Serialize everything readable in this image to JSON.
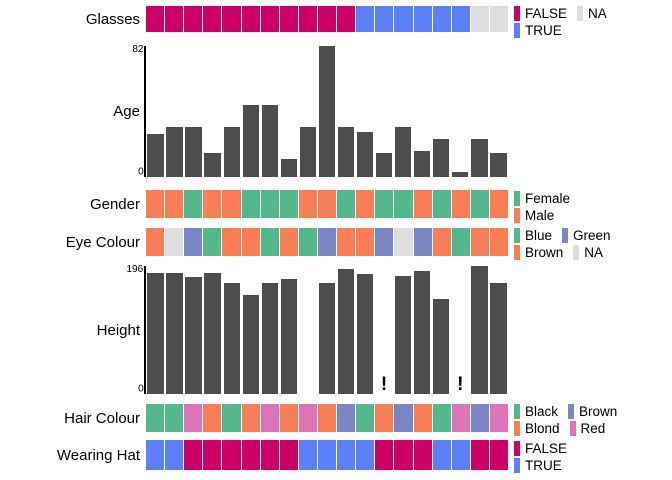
{
  "chart_data": {
    "type": "table",
    "description": "Multi-panel data visualisation (visdat/ggplot-style) showing 19 observations across 7 variables: categorical variables as colour-coded cell strips and numeric variables as bar charts.",
    "n_observations": 19,
    "panels": [
      {
        "name": "Glasses",
        "label": "Glasses",
        "kind": "categorical",
        "values": [
          "FALSE",
          "FALSE",
          "FALSE",
          "FALSE",
          "FALSE",
          "FALSE",
          "FALSE",
          "FALSE",
          "FALSE",
          "FALSE",
          "FALSE",
          "TRUE",
          "TRUE",
          "TRUE",
          "TRUE",
          "TRUE",
          "TRUE",
          "NA",
          "NA"
        ],
        "legend": [
          {
            "label": "FALSE",
            "color": "#CC0066"
          },
          {
            "label": "NA",
            "color": "#DEDEDE"
          },
          {
            "label": "TRUE",
            "color": "#5C7FFA"
          }
        ],
        "legend_layout": "two-column"
      },
      {
        "name": "Age",
        "label": "Age",
        "kind": "numeric",
        "ylim": [
          0,
          82
        ],
        "ytick_max": "82",
        "ytick_min": "0",
        "values": [
          27,
          31,
          31,
          15,
          31,
          45,
          45,
          11,
          31,
          82,
          31,
          28,
          15,
          31,
          16,
          24,
          3,
          24,
          15
        ]
      },
      {
        "name": "Gender",
        "label": "Gender",
        "kind": "categorical",
        "values": [
          "Male",
          "Male",
          "Female",
          "Male",
          "Male",
          "Female",
          "Female",
          "Female",
          "Male",
          "Male",
          "Female",
          "Male",
          "Female",
          "Female",
          "Male",
          "Female",
          "Male",
          "Female",
          "Male"
        ],
        "legend": [
          {
            "label": "Female",
            "color": "#53B98C"
          },
          {
            "label": "Male",
            "color": "#FA7E55"
          }
        ],
        "legend_layout": "one-column"
      },
      {
        "name": "Eye Colour",
        "label": "Eye Colour",
        "kind": "categorical",
        "values": [
          "Brown",
          "NA",
          "Green",
          "Blue",
          "Brown",
          "Brown",
          "Blue",
          "Brown",
          "Blue",
          "Green",
          "Brown",
          "Brown",
          "Green",
          "NA",
          "Green",
          "Brown",
          "Blue",
          "Brown",
          "Brown"
        ],
        "legend": [
          {
            "label": "Blue",
            "color": "#53B98C"
          },
          {
            "label": "Green",
            "color": "#7B86C6"
          },
          {
            "label": "Brown",
            "color": "#FA7E55"
          },
          {
            "label": "NA",
            "color": "#DEDEDE"
          }
        ],
        "legend_layout": "two-column"
      },
      {
        "name": "Height",
        "label": "Height",
        "kind": "numeric",
        "ylim": [
          0,
          196
        ],
        "ytick_max": "196",
        "ytick_min": "0",
        "values": [
          186,
          186,
          179,
          186,
          170,
          152,
          170,
          176,
          null,
          170,
          191,
          184,
          "!",
          180,
          188,
          145,
          "!",
          196,
          170
        ],
        "missing_marker": "!"
      },
      {
        "name": "Hair Colour",
        "label": "Hair Colour",
        "kind": "categorical",
        "values": [
          "Black",
          "Black",
          "Red",
          "Blond",
          "Black",
          "Blond",
          "Red",
          "Blond",
          "Red",
          "Blond",
          "Brown",
          "Black",
          "Blond",
          "Brown",
          "Blond",
          "Black",
          "Red",
          "Brown",
          "Red"
        ],
        "legend": [
          {
            "label": "Black",
            "color": "#53B98C"
          },
          {
            "label": "Brown",
            "color": "#7B86C6"
          },
          {
            "label": "Blond",
            "color": "#FA7E55"
          },
          {
            "label": "Red",
            "color": "#DE74B8"
          }
        ],
        "legend_layout": "two-column"
      },
      {
        "name": "Wearing Hat",
        "label": "Wearing Hat",
        "kind": "categorical",
        "values": [
          "TRUE",
          "TRUE",
          "FALSE",
          "FALSE",
          "FALSE",
          "FALSE",
          "FALSE",
          "FALSE",
          "TRUE",
          "TRUE",
          "TRUE",
          "TRUE",
          "FALSE",
          "FALSE",
          "FALSE",
          "TRUE",
          "TRUE",
          "FALSE",
          "FALSE"
        ],
        "legend": [
          {
            "label": "FALSE",
            "color": "#CC0066"
          },
          {
            "label": "TRUE",
            "color": "#5C7FFA"
          }
        ],
        "legend_layout": "one-column"
      }
    ],
    "palette": {
      "bar_fill": "#4d4d4d",
      "false": "#CC0066",
      "true": "#5C7FFA",
      "na": "#DEDEDE",
      "female_black_blue": "#53B98C",
      "male_blond_brown_eye": "#FA7E55",
      "green_brown_hair": "#7B86C6",
      "red": "#DE74B8",
      "axis": "#000000",
      "background": "#FFFFFF"
    }
  }
}
